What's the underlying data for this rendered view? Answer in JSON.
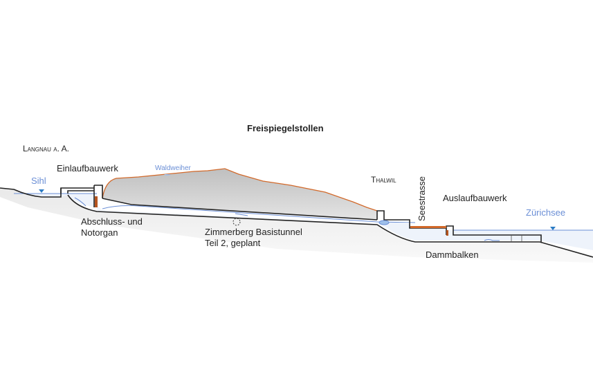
{
  "title": "Freispiegelstollen",
  "places": {
    "langnau": "Langnau a. A.",
    "thalwil": "Thalwil"
  },
  "waters": {
    "sihl": "Sihl",
    "zurichsee": "Zürichsee",
    "waldweiher": "Waldweiher"
  },
  "structures": {
    "inlet": "Einlaufbauwerk",
    "outlet": "Auslaufbauwerk",
    "road": "Seestrasse",
    "shutoff_line1": "Abschluss- und",
    "shutoff_line2": "Notorgan",
    "tunnel_line1": "Zimmerberg Basistunnel",
    "tunnel_line2": "Teil 2, geplant",
    "stoplogs": "Dammbalken"
  },
  "colors": {
    "water": "#6b8fd6",
    "terrain": "#c9c9c9",
    "surface": "#d2692a",
    "outline": "#222222"
  }
}
